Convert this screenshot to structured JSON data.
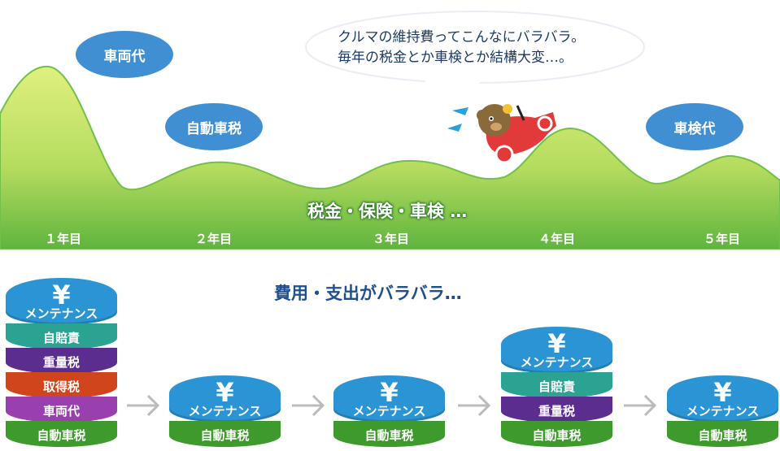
{
  "bubbles": {
    "vehicle": "車両代",
    "auto_tax": "自動車税",
    "inspection": "車検代"
  },
  "speech": {
    "line1": "クルマの維持費ってこんなにバラバラ。",
    "line2": "毎年の税金とか車検とか結構大変…。"
  },
  "hill_label": "税金・保険・車検 …",
  "years": [
    "１年目",
    "２年目",
    "３年目",
    "４年目",
    "５年目"
  ],
  "headline": "費用・支出がバラバラ…",
  "yen_symbol": "¥",
  "stacks": [
    [
      "メンテナンス",
      "自賠責",
      "重量税",
      "取得税",
      "車両代",
      "自動車税"
    ],
    [
      "メンテナンス",
      "自動車税"
    ],
    [
      "メンテナンス",
      "自動車税"
    ],
    [
      "メンテナンス",
      "自賠責",
      "重量税",
      "自動車税"
    ],
    [
      "メンテナンス",
      "自動車税"
    ]
  ],
  "colors": {
    "メンテナンス": "#2b94d4",
    "自賠責": "#2aa393",
    "重量税": "#5a2d8f",
    "取得税": "#d0451b",
    "車両代": "#9a3fae",
    "自動車税": "#3f9a2d",
    "bubble": "#3f8fd2",
    "hill_top": "#d9ee7a",
    "hill_bottom": "#6dbe45"
  }
}
